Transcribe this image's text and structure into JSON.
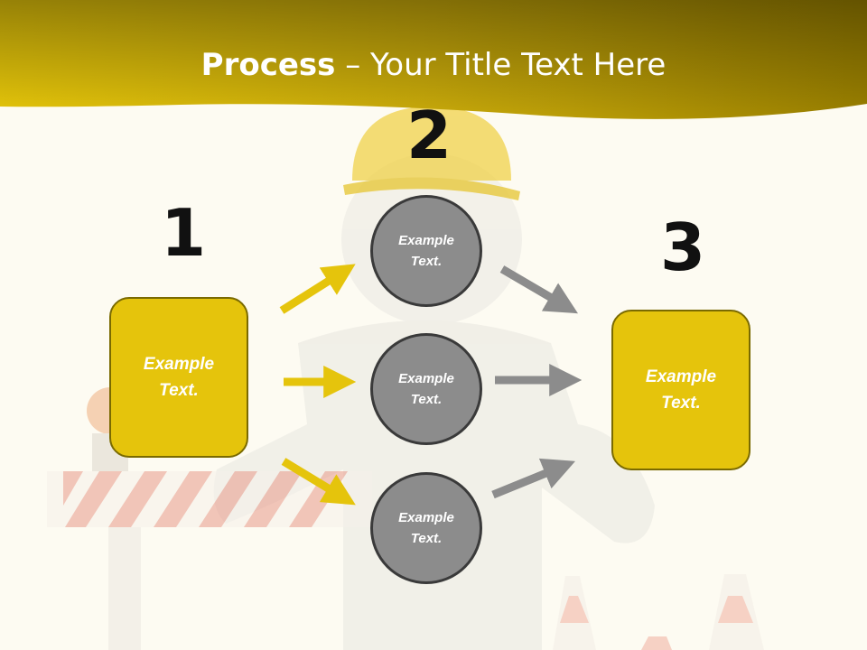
{
  "title": {
    "bold": "Process",
    "dash": " – ",
    "rest": "Your Title Text Here"
  },
  "steps": [
    {
      "number": "1",
      "text": "Example Text."
    },
    {
      "number": "2",
      "items": [
        "Example Text.",
        "Example Text.",
        "Example Text."
      ]
    },
    {
      "number": "3",
      "text": "Example Text."
    }
  ],
  "colors": {
    "accent": "#e5c40c",
    "header": "#c8a800",
    "circle": "#8c8c8c",
    "arrow_in": "#e5c40c",
    "arrow_out": "#8c8c8c"
  }
}
